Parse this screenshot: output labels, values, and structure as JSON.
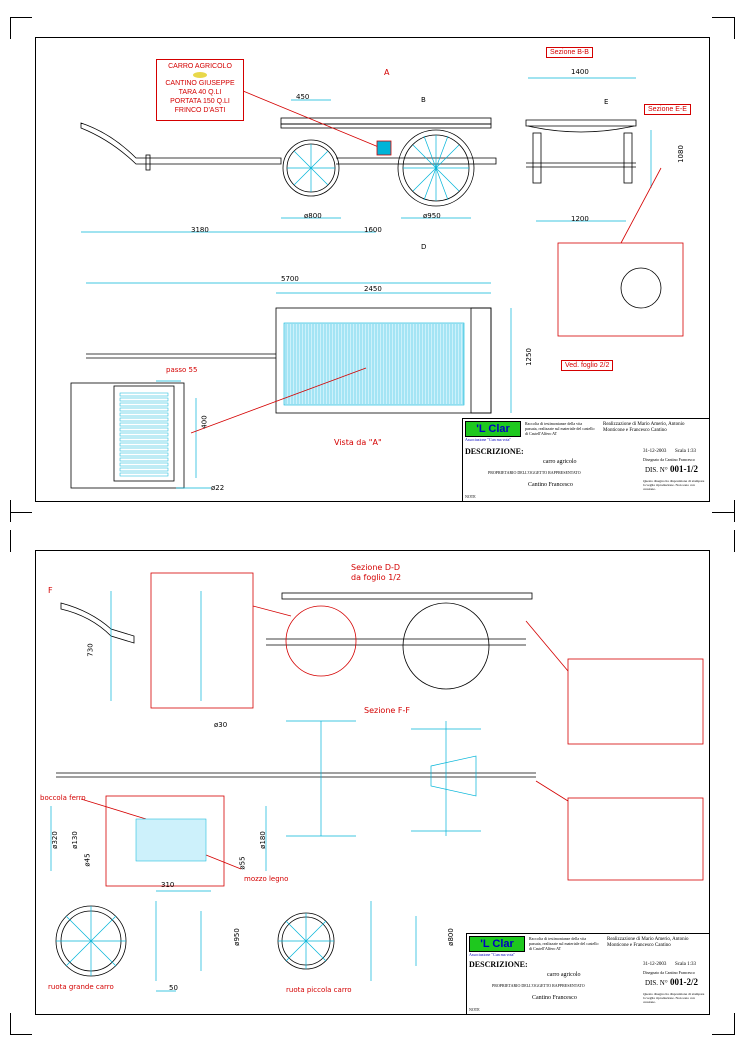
{
  "colors": {
    "red": "#d40000",
    "cyan": "#00b4d8",
    "green": "#1ec81e",
    "blue": "#0000c0"
  },
  "sheet1": {
    "plate": [
      "CARRO AGRICOLO",
      "CANTINO GIUSEPPE",
      "TARA 40 Q.LI",
      "PORTATA 150 Q.LI",
      "FRINCO D'ASTI"
    ],
    "markers": {
      "a": "A",
      "b": "B",
      "d": "D",
      "e": "E"
    },
    "section_bb": "Sezione B-B",
    "section_ee": "Sezione E-E",
    "see_sheet": "Ved. foglio 2/2",
    "view_a": "Vista da \"A\"",
    "passo": "passo 55",
    "dims": {
      "d450": "450",
      "d800": "ø800",
      "d950": "ø950",
      "d3180": "3180",
      "d1600": "1600",
      "d1400": "1400",
      "d1080": "1080",
      "d1200": "1200",
      "d5700": "5700",
      "d2450": "2450",
      "d1250": "1250",
      "d400": "400",
      "d22": "ø22"
    }
  },
  "sheet2": {
    "section_dd": "Sezione D-D\nda foglio 1/2",
    "section_ff": "Sezione F-F",
    "marker_f": "F",
    "boccola": "boccola ferro",
    "mozzo": "mozzo legno",
    "ruota_grande": "ruota grande carro",
    "ruota_piccola": "ruota piccola carro",
    "dims": {
      "d730": "730",
      "d30": "ø30",
      "d320": "ø320",
      "d130": "ø130",
      "d180": "ø180",
      "d45": "ø45",
      "d55": "ø55",
      "d310": "310",
      "d950": "ø950",
      "d800": "ø800",
      "d50": "50"
    }
  },
  "titleblock": {
    "logo": "'L Clar",
    "assoc": "Associazione \"Cun ma vota\"",
    "raccolta": "Raccolta di testimonianze della vita passata, realizzate sul materiale del castello di Castell'Alfero AT",
    "realizz": "Realizzazione di Mario Amerio, Antonio Monticone e Francesco Cantino",
    "descrizione": "DESCRIZIONE:",
    "desc_value": "carro agricolo",
    "proprietario": "PROPRIETARIO DELL'OGGETTO RAPPRESENTATO",
    "owner": "Cantino Francesco",
    "note": "NOTE",
    "date": "31-12-2003",
    "scala": "Scala 1:33",
    "disegnatore": "Disegnato da Cantino Francesco",
    "dis_n_label": "DIS. N°",
    "warning": "Questo disegno ha disposizione di stampare la veglia riproduzione. Non sono con cessione.",
    "sheet1_no": "001-1/2",
    "sheet2_no": "001-2/2"
  }
}
